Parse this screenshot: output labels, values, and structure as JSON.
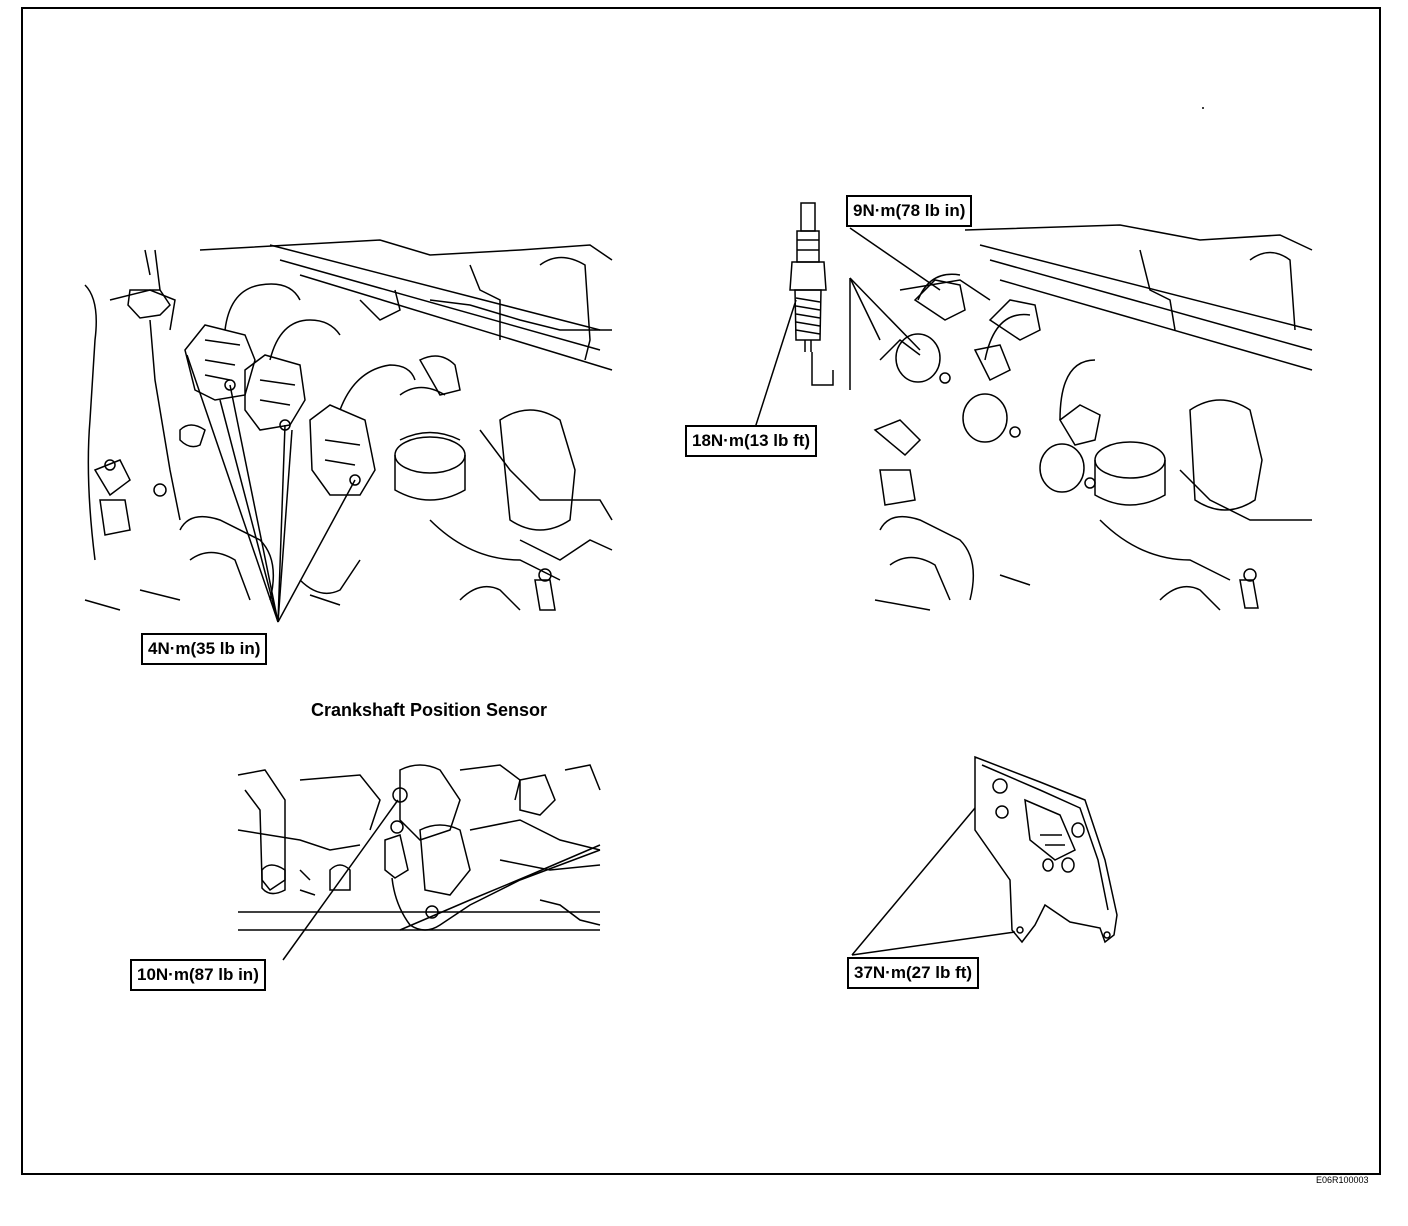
{
  "labels": {
    "coil_bolts": "4N·m(35 lb in)",
    "coil_connector": "9N·m(78 lb in)",
    "spark_plug": "18N·m(13 lb ft)",
    "ckp_sensor_bolt": "10N·m(87 lb in)",
    "bracket_bolts": "37N·m(27 lb ft)"
  },
  "captions": {
    "crankshaft_sensor": "Crankshaft Position Sensor"
  },
  "figure_id": "E06R100003"
}
